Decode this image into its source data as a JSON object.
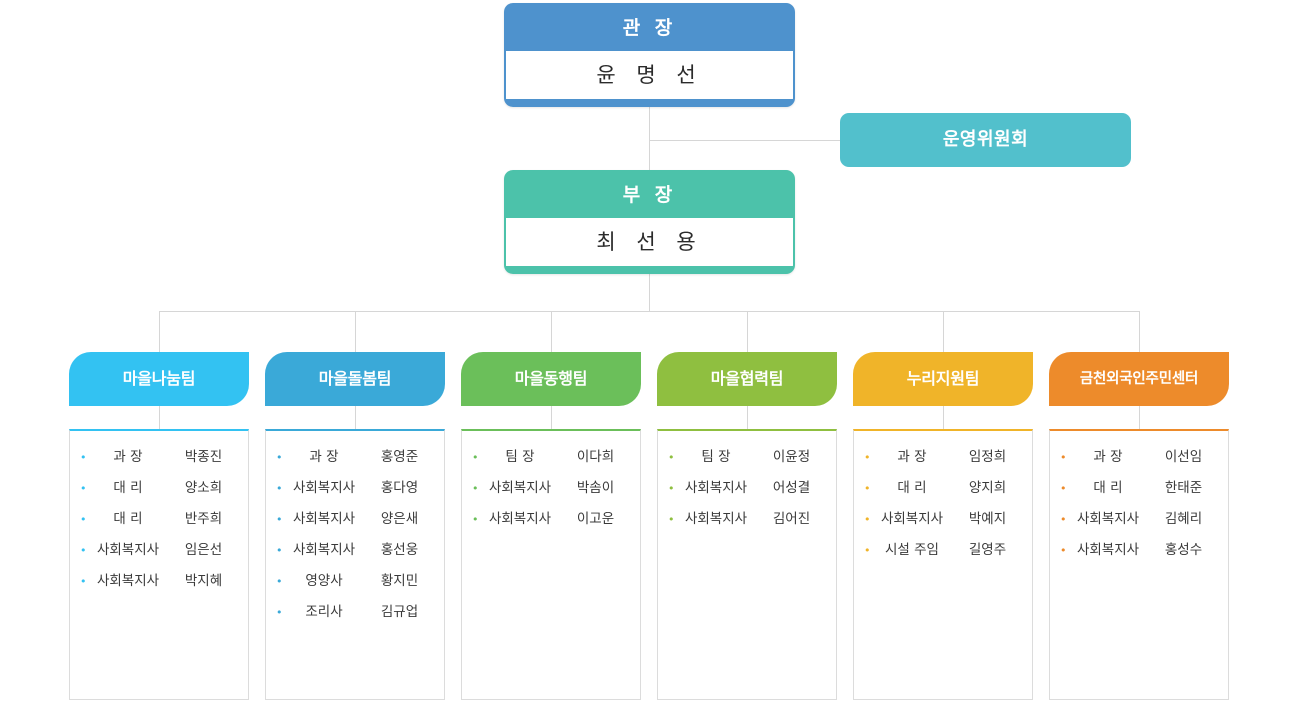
{
  "org": {
    "director": {
      "title": "관 장",
      "name": "윤 명 선",
      "color": "#4e92cd"
    },
    "manager": {
      "title": "부 장",
      "name": "최 선 용",
      "color": "#4cc2aa"
    },
    "committee": {
      "label": "운영위원회",
      "color": "#52c0cc"
    },
    "teams": [
      {
        "name": "마을나눔팀",
        "color": "#33c2f2",
        "members": [
          {
            "role": "과 장",
            "person": "박종진"
          },
          {
            "role": "대 리",
            "person": "양소희"
          },
          {
            "role": "대 리",
            "person": "반주희"
          },
          {
            "role": "사회복지사",
            "person": "임은선"
          },
          {
            "role": "사회복지사",
            "person": "박지혜"
          }
        ]
      },
      {
        "name": "마을돌봄팀",
        "color": "#3aa9d8",
        "members": [
          {
            "role": "과 장",
            "person": "홍영준"
          },
          {
            "role": "사회복지사",
            "person": "홍다영"
          },
          {
            "role": "사회복지사",
            "person": "양은새"
          },
          {
            "role": "사회복지사",
            "person": "홍선웅"
          },
          {
            "role": "영양사",
            "person": "황지민"
          },
          {
            "role": "조리사",
            "person": "김규업"
          }
        ]
      },
      {
        "name": "마을동행팀",
        "color": "#6bbf5a",
        "members": [
          {
            "role": "팀 장",
            "person": "이다희"
          },
          {
            "role": "사회복지사",
            "person": "박솜이"
          },
          {
            "role": "사회복지사",
            "person": "이고운"
          }
        ]
      },
      {
        "name": "마을협력팀",
        "color": "#8fbf40",
        "members": [
          {
            "role": "팀 장",
            "person": "이윤정"
          },
          {
            "role": "사회복지사",
            "person": "어성결"
          },
          {
            "role": "사회복지사",
            "person": "김어진"
          }
        ]
      },
      {
        "name": "누리지원팀",
        "color": "#f0b429",
        "members": [
          {
            "role": "과 장",
            "person": "임정희"
          },
          {
            "role": "대 리",
            "person": "양지희"
          },
          {
            "role": "사회복지사",
            "person": "박예지"
          },
          {
            "role": "시설 주임",
            "person": "길영주"
          }
        ]
      },
      {
        "name": "금천외국인주민센터",
        "color": "#ed8b2b",
        "members": [
          {
            "role": "과 장",
            "person": "이선임"
          },
          {
            "role": "대 리",
            "person": "한태준"
          },
          {
            "role": "사회복지사",
            "person": "김혜리"
          },
          {
            "role": "사회복지사",
            "person": "홍성수"
          }
        ]
      }
    ]
  }
}
